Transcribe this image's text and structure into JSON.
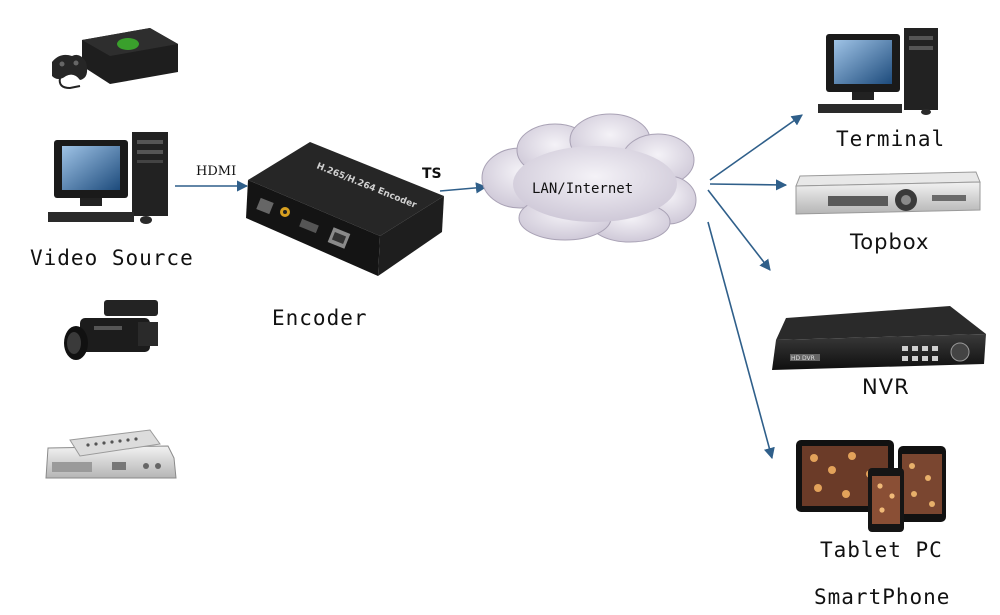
{
  "labels": {
    "video_source": "Video Source",
    "encoder": "Encoder",
    "hdmi": "HDMI",
    "ts": "TS",
    "network": "LAN/Internet",
    "terminal": "Terminal",
    "topbox": "Topbox",
    "nvr": "NVR",
    "tablet": "Tablet PC",
    "smartphone": "SmartPhone"
  },
  "device_text": {
    "encoder_top": "H.265/H.264 Encoder",
    "nvr_badge": "HD DVR"
  },
  "icons": {
    "console": "game-console-icon",
    "desktop": "desktop-computer-icon",
    "camcorder": "camcorder-icon",
    "settop": "set-top-box-icon",
    "encoder": "encoder-box-icon",
    "cloud": "cloud-icon",
    "terminal": "desktop-computer-icon",
    "topbox": "topbox-receiver-icon",
    "nvr": "nvr-recorder-icon",
    "tablet": "tablet-phone-icon"
  },
  "colors": {
    "arrow": "#2f5f8a",
    "device_dark": "#1b1b1b",
    "cloud_fill": "#e3dfe8"
  }
}
